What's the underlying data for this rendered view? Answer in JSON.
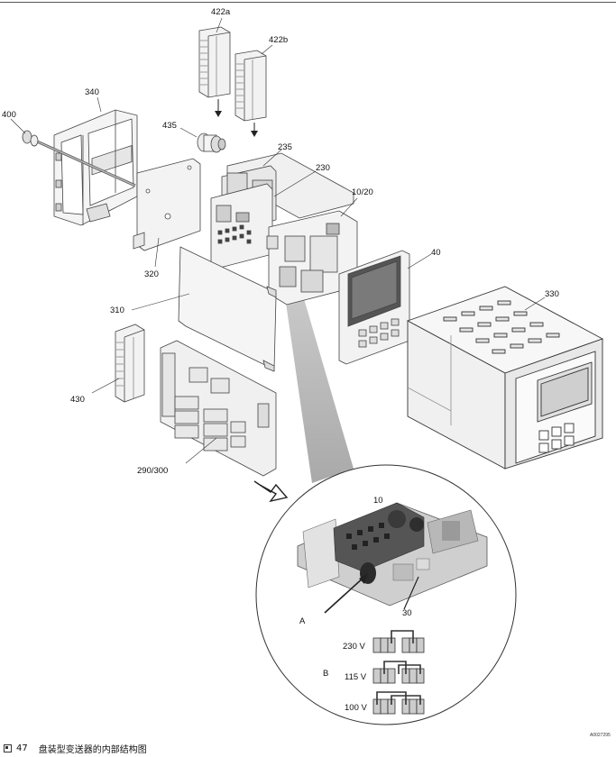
{
  "labels": {
    "l422a": "422a",
    "l422b": "422b",
    "l340": "340",
    "l400": "400",
    "l435": "435",
    "l235": "235",
    "l230": "230",
    "l1020": "10/20",
    "l40": "40",
    "l320": "320",
    "l310": "310",
    "l330": "330",
    "l430": "430",
    "l290300": "290/300",
    "l10": "10",
    "lA": "A",
    "l30": "30",
    "lB": "B"
  },
  "voltages": [
    "230 V",
    "115 V",
    "100 V"
  ],
  "image_code": "A0027295",
  "caption": {
    "number": "47",
    "text": "盘装型变送器的内部结构图"
  }
}
